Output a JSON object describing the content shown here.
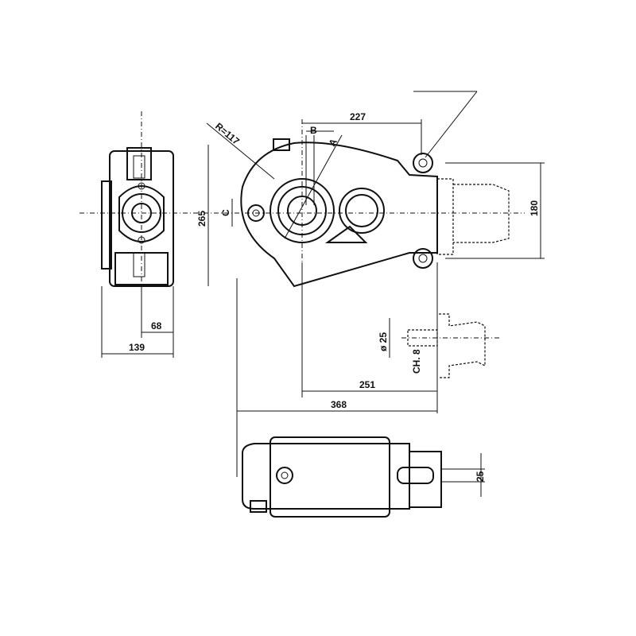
{
  "drawing": {
    "labels": {
      "radius": "R=117",
      "b": "B",
      "a": "A",
      "c": "C",
      "dim_227": "227",
      "dim_265": "265",
      "dim_180": "180",
      "dim_68": "68",
      "dim_139": "139",
      "dim_dia25": "ø 25",
      "dim_ch8": "CH. 8",
      "dim_251": "251",
      "dim_368": "368",
      "dim_25": "25"
    }
  }
}
